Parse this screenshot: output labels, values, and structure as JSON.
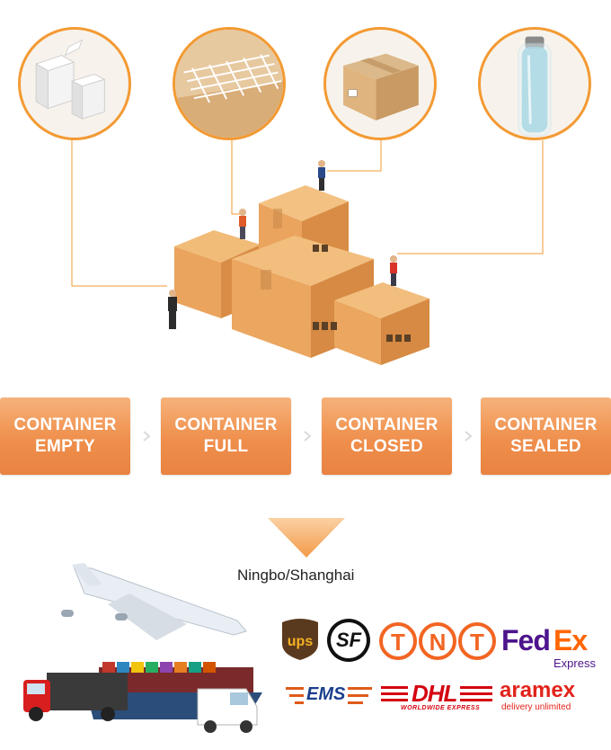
{
  "steps": [
    {
      "line1": "CONTAINER",
      "line2": "EMPTY"
    },
    {
      "line1": "CONTAINER",
      "line2": "FULL"
    },
    {
      "line1": "CONTAINER",
      "line2": "CLOSED"
    },
    {
      "line1": "CONTAINER",
      "line2": "SEALED"
    }
  ],
  "port": "Ningbo/Shanghai",
  "carriers": {
    "ups": "ups",
    "sf": "SF",
    "tnt_t1": "T",
    "tnt_n": "N",
    "tnt_t2": "T",
    "fedex_fed": "Fed",
    "fedex_ex": "Ex",
    "fedex_express": "Express",
    "ems": "EMS",
    "dhl": "DHL",
    "dhl_sub": "WORLDWIDE EXPRESS",
    "aramex": "aramex",
    "aramex_sub": "delivery unlimited"
  },
  "colors": {
    "accent": "#f39a33",
    "step_top": "#f6b27a",
    "step_bottom": "#e98241",
    "box": "#e9a45c",
    "ups": "#5a3a1e",
    "fedex_purple": "#4d148c",
    "fedex_orange": "#ff6600",
    "dhl_red": "#d40511",
    "aramex_red": "#e2231a"
  }
}
